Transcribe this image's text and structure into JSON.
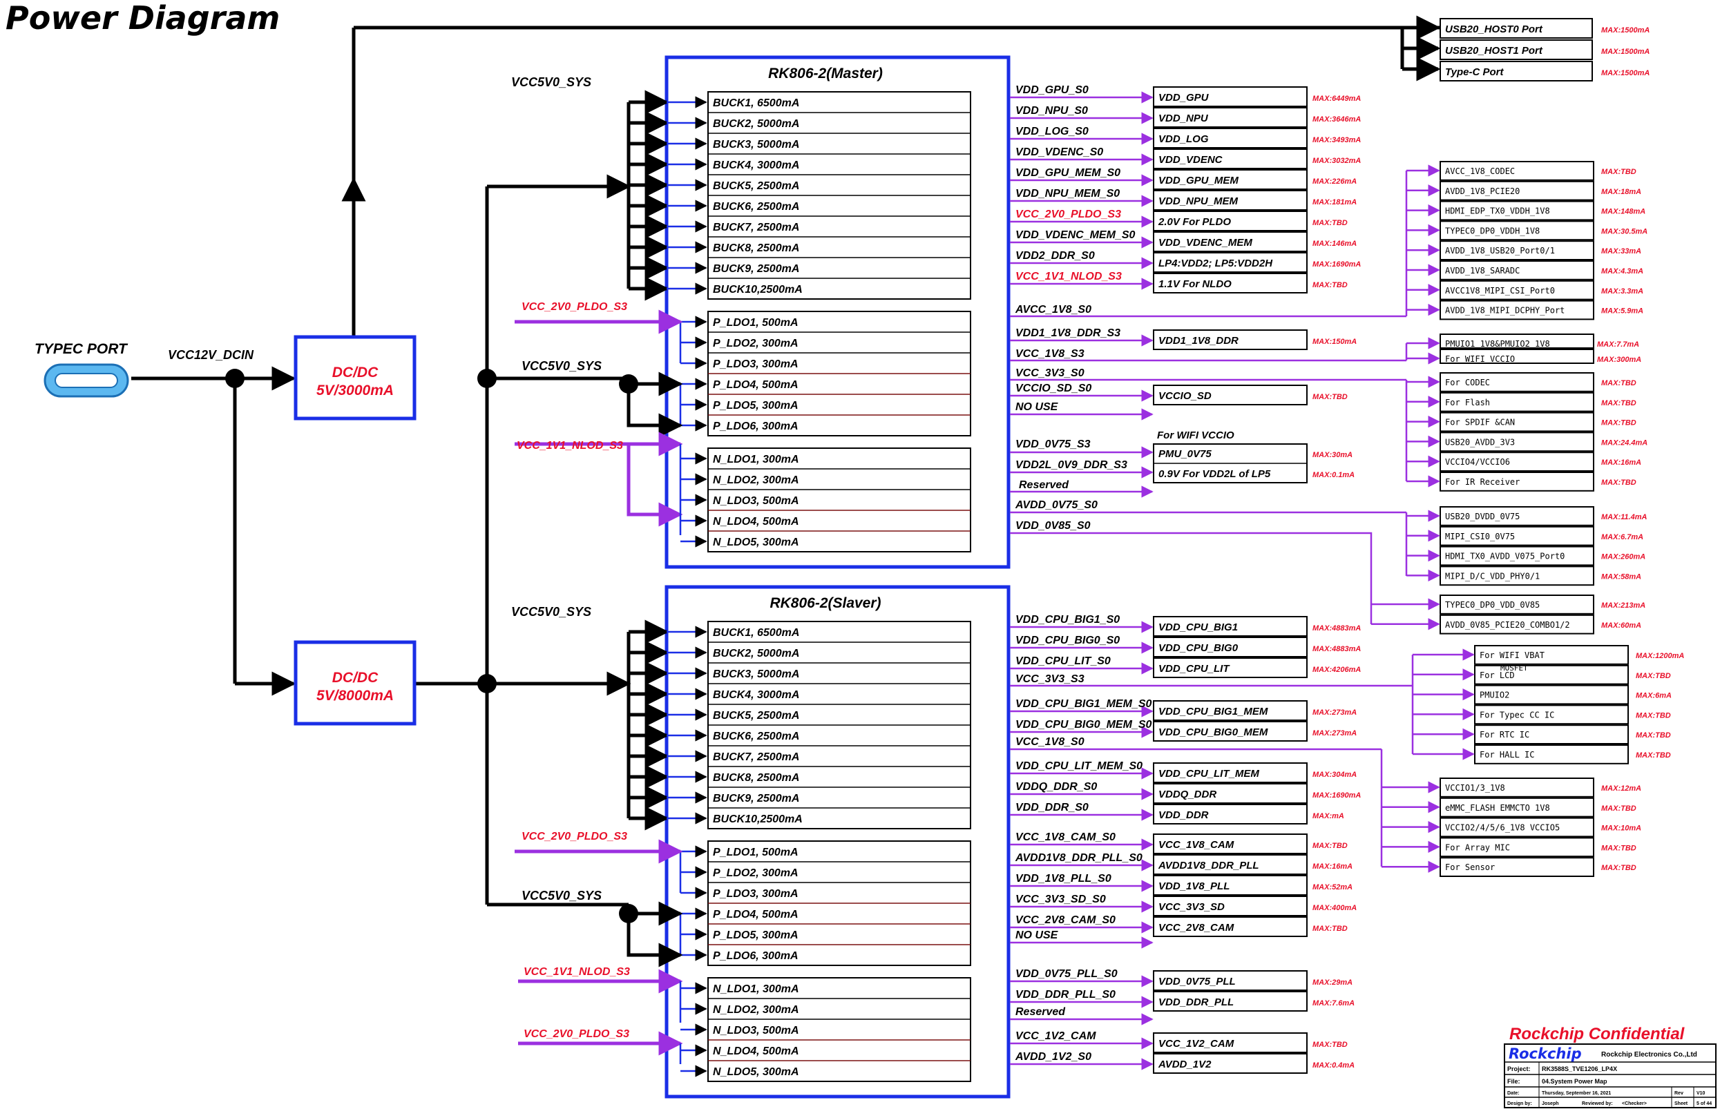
{
  "title": "Power Diagram",
  "input": {
    "port": "TYPEC PORT",
    "rail": "VCC12V_DCIN",
    "dcdc1": [
      "DC/DC",
      "5V/3000mA"
    ],
    "dcdc2": [
      "DC/DC",
      "5V/8000mA"
    ]
  },
  "usb_ports": [
    {
      "name": "USB20_HOST0 Port",
      "max": "MAX:1500mA"
    },
    {
      "name": "USB20_HOST1 Port",
      "max": "MAX:1500mA"
    },
    {
      "name": "Type-C Port",
      "max": "MAX:1500mA"
    }
  ],
  "master": {
    "title": "RK806-2(Master)",
    "buck_supply": "VCC5V0_SYS",
    "bucks": [
      "BUCK1, 6500mA",
      "BUCK2, 5000mA",
      "BUCK3, 5000mA",
      "BUCK4, 3000mA",
      "BUCK5, 2500mA",
      "BUCK6, 2500mA",
      "BUCK7, 2500mA",
      "BUCK8, 2500mA",
      "BUCK9, 2500mA",
      "BUCK10,2500mA"
    ],
    "pldo_supply_a": "VCC_2V0_PLDO_S3",
    "pldo_supply_b": "VCC5V0_SYS",
    "pldos": [
      "P_LDO1, 500mA",
      "P_LDO2, 300mA",
      "P_LDO3, 300mA",
      "P_LDO4, 500mA",
      "P_LDO5, 300mA",
      "P_LDO6, 300mA"
    ],
    "nldo_supply": "VCC_1V1_NLOD_S3",
    "nldos": [
      "N_LDO1, 300mA",
      "N_LDO2, 300mA",
      "N_LDO3, 500mA",
      "N_LDO4, 500mA",
      "N_LDO5, 300mA"
    ],
    "rails": [
      {
        "net": "VDD_GPU_S0",
        "load": "VDD_GPU",
        "max": "MAX:6449mA"
      },
      {
        "net": "VDD_NPU_S0",
        "load": "VDD_NPU",
        "max": "MAX:3646mA"
      },
      {
        "net": "VDD_LOG_S0",
        "load": "VDD_LOG",
        "max": "MAX:3493mA"
      },
      {
        "net": "VDD_VDENC_S0",
        "load": "VDD_VDENC",
        "max": "MAX:3032mA"
      },
      {
        "net": "VDD_GPU_MEM_S0",
        "load": "VDD_GPU_MEM",
        "max": "MAX:226mA"
      },
      {
        "net": "VDD_NPU_MEM_S0",
        "load": "VDD_NPU_MEM",
        "max": "MAX:181mA"
      },
      {
        "net": "VCC_2V0_PLDO_S3",
        "load": "2.0V For PLDO",
        "max": "MAX:TBD",
        "red": true
      },
      {
        "net": "VDD_VDENC_MEM_S0",
        "load": "VDD_VDENC_MEM",
        "max": "MAX:146mA"
      },
      {
        "net": "VDD2_DDR_S0",
        "load": "LP4:VDD2; LP5:VDD2H",
        "max": "MAX:1690mA"
      },
      {
        "net": "VCC_1V1_NLOD_S3",
        "load": "1.1V For NLDO",
        "max": "MAX:TBD",
        "red": true
      }
    ],
    "ldo_rails": {
      "avcc": "AVCC_1V8_S0",
      "vdd1": "VDD1_1V8_DDR_S3",
      "vdd1_load": "VDD1_1V8_DDR",
      "vdd1_max": "MAX:150mA",
      "vcc1v8": "VCC_1V8_S3",
      "vcc3v3": "VCC_3V3_S0",
      "vccio_sd": "VCCIO_SD_S0",
      "vccio_sd_load": "VCCIO_SD",
      "vccio_sd_max": "MAX:TBD",
      "nouse": "NO USE",
      "vdd0v75": "VDD_0V75_S3",
      "wifi_note": "For WIFI VCCIO",
      "pmu": "PMU_0V75",
      "pmu_max": "MAX:30mA",
      "vdd2l": "VDD2L_0V9_DDR_S3",
      "vdd2l_load": "0.9V For VDD2L of LP5",
      "vdd2l_max": "MAX:0.1mA",
      "reserved": "Reserved",
      "avdd0v75": "AVDD_0V75_S0",
      "vdd0v85": "VDD_0V85_S0"
    }
  },
  "slave": {
    "title": "RK806-2(Slaver)",
    "buck_supply": "VCC5V0_SYS",
    "bucks": [
      "BUCK1, 6500mA",
      "BUCK2, 5000mA",
      "BUCK3, 5000mA",
      "BUCK4, 3000mA",
      "BUCK5, 2500mA",
      "BUCK6, 2500mA",
      "BUCK7, 2500mA",
      "BUCK8, 2500mA",
      "BUCK9, 2500mA",
      "BUCK10,2500mA"
    ],
    "pldo_supply_a": "VCC_2V0_PLDO_S3",
    "pldo_supply_b": "VCC5V0_SYS",
    "pldos": [
      "P_LDO1, 500mA",
      "P_LDO2, 300mA",
      "P_LDO3, 300mA",
      "P_LDO4, 500mA",
      "P_LDO5, 300mA",
      "P_LDO6, 300mA"
    ],
    "nldo_supply_a": "VCC_1V1_NLOD_S3",
    "nldo_supply_b": "VCC_2V0_PLDO_S3",
    "nldos": [
      "N_LDO1, 300mA",
      "N_LDO2, 300mA",
      "N_LDO3, 500mA",
      "N_LDO4, 500mA",
      "N_LDO5, 300mA"
    ],
    "rails": [
      {
        "net": "VDD_CPU_BIG1_S0",
        "load": "VDD_CPU_BIG1",
        "max": "MAX:4883mA"
      },
      {
        "net": "VDD_CPU_BIG0_S0",
        "load": "VDD_CPU_BIG0",
        "max": "MAX:4883mA"
      },
      {
        "net": "VDD_CPU_LIT_S0",
        "load": "VDD_CPU_LIT",
        "max": "MAX:4206mA"
      }
    ],
    "vcc3v3s3": "VCC_3V3_S3",
    "mem_rails": [
      {
        "net": "VDD_CPU_BIG1_MEM_S0",
        "load": "VDD_CPU_BIG1_MEM",
        "max": "MAX:273mA"
      },
      {
        "net": "VDD_CPU_BIG0_MEM_S0",
        "load": "VDD_CPU_BIG0_MEM",
        "max": "MAX:273mA"
      }
    ],
    "vcc1v8s0": "VCC_1V8_S0",
    "mem2_rails": [
      {
        "net": "VDD_CPU_LIT_MEM_S0",
        "load": "VDD_CPU_LIT_MEM",
        "max": "MAX:304mA"
      },
      {
        "net": "VDDQ_DDR_S0",
        "load": "VDDQ_DDR",
        "max": "MAX:1690mA"
      },
      {
        "net": "VDD_DDR_S0",
        "load": "VDD_DDR",
        "max": "MAX:mA"
      }
    ],
    "pldo_rails": [
      {
        "net": "VCC_1V8_CAM_S0",
        "load": "VCC_1V8_CAM",
        "max": "MAX:TBD"
      },
      {
        "net": "AVDD1V8_DDR_PLL_S0",
        "load": "AVDD1V8_DDR_PLL",
        "max": "MAX:16mA"
      },
      {
        "net": "VDD_1V8_PLL_S0",
        "load": "VDD_1V8_PLL",
        "max": "MAX:52mA"
      },
      {
        "net": "VCC_3V3_SD_S0",
        "load": "VCC_3V3_SD",
        "max": "MAX:400mA"
      },
      {
        "net": "VCC_2V8_CAM_S0",
        "load": "VCC_2V8_CAM",
        "max": "MAX:TBD"
      }
    ],
    "nouse": "NO USE",
    "nldo_rails": [
      {
        "net": "VDD_0V75_PLL_S0",
        "load": "VDD_0V75_PLL",
        "max": "MAX:29mA"
      },
      {
        "net": "VDD_DDR_PLL_S0",
        "load": "VDD_DDR_PLL",
        "max": "MAX:7.6mA"
      }
    ],
    "reserved": "Reserved",
    "nldo_rails2": [
      {
        "net": "VCC_1V2_CAM",
        "load": "VCC_1V2_CAM",
        "max": "MAX:TBD"
      },
      {
        "net": "AVDD_1V2_S0",
        "load": "AVDD_1V2",
        "max": "MAX:0.4mA"
      }
    ]
  },
  "right_groups": {
    "avcc_loads": [
      {
        "name": "AVCC_1V8_CODEC",
        "max": "MAX:TBD"
      },
      {
        "name": "AVDD_1V8_PCIE20",
        "max": "MAX:18mA"
      },
      {
        "name": "HDMI_EDP_TX0_VDDH_1V8",
        "max": "MAX:148mA"
      },
      {
        "name": "TYPEC0_DP0_VDDH_1V8",
        "max": "MAX:30.5mA"
      },
      {
        "name": "AVDD_1V8_USB20_Port0/1",
        "max": "MAX:33mA"
      },
      {
        "name": "AVDD_1V8_SARADC",
        "max": "MAX:4.3mA"
      },
      {
        "name": "AVCC1V8_MIPI_CSI_Port0",
        "max": "MAX:3.3mA"
      },
      {
        "name": "AVDD_1V8_MIPI_DCPHY_Port",
        "max": "MAX:5.9mA"
      }
    ],
    "v18_loads": [
      {
        "name": "PMUIO1_1V8&PMUIO2_1V8",
        "max": "MAX:7.7mA"
      },
      {
        "name": "For WIFI VCCIO",
        "max": "MAX:300mA"
      }
    ],
    "v33_loads": [
      {
        "name": "For CODEC",
        "max": "MAX:TBD"
      },
      {
        "name": "For Flash",
        "max": "MAX:TBD"
      },
      {
        "name": "For SPDIF &CAN",
        "max": "MAX:TBD"
      },
      {
        "name": "USB20_AVDD_3V3",
        "max": "MAX:24.4mA"
      },
      {
        "name": "VCCIO4/VCCIO6",
        "max": "MAX:16mA"
      },
      {
        "name": "For IR Receiver",
        "max": "MAX:TBD"
      }
    ],
    "v075_loads": [
      {
        "name": "USB20_DVDD_0V75",
        "max": "MAX:11.4mA"
      },
      {
        "name": "MIPI_CSI0_0V75",
        "max": "MAX:6.7mA"
      },
      {
        "name": "HDMI_TX0_AVDD_V075_Port0",
        "max": "MAX:260mA"
      },
      {
        "name": "MIPI_D/C_VDD_PHY0/1",
        "max": "MAX:58mA"
      }
    ],
    "v085_loads": [
      {
        "name": "TYPEC0_DP0_VDD_0V85",
        "max": "MAX:213mA"
      },
      {
        "name": "AVDD_0V85_PCIE20_COMBO1/2",
        "max": "MAX:60mA"
      }
    ],
    "s3_loads": [
      {
        "name": "For  WIFI VBAT",
        "max": "MAX:1200mA"
      },
      {
        "name": "For LCD",
        "max": "MAX:TBD"
      },
      {
        "name": "PMUIO2",
        "max": "MAX:6mA"
      },
      {
        "name": "For Typec CC IC",
        "max": "MAX:TBD"
      },
      {
        "name": "For RTC  IC",
        "max": "MAX:TBD"
      },
      {
        "name": "For HALL IC",
        "max": "MAX:TBD"
      }
    ],
    "mosfet": "MOSFET",
    "s0_loads": [
      {
        "name": "VCCIO1/3_1V8",
        "max": "MAX:12mA"
      },
      {
        "name": "eMMC_FLASH EMMCTO 1V8",
        "max": "MAX:TBD"
      },
      {
        "name": "VCCIO2/4/5/6_1V8 VCCIO5",
        "max": "MAX:10mA"
      },
      {
        "name": "For Array MIC",
        "max": "MAX:TBD"
      },
      {
        "name": "For Sensor",
        "max": "MAX:TBD"
      }
    ]
  },
  "titleblock": {
    "confidential": "Rockchip Confidential",
    "logo": "Rockchip",
    "company": "Rockchip Electronics Co.,Ltd",
    "project_label": "Project:",
    "project": "RK3588S_TVE1206_LP4X",
    "file_label": "File:",
    "file": "04.System Power Map",
    "date_label": "Date:",
    "date": "Thursday, September 16, 2021",
    "rev_label": "Rev",
    "rev": "V10",
    "design_label": "Design by:",
    "designer": "Joseph",
    "reviewed_label": "Reviewed by:",
    "reviewer": "<Checker>",
    "sheet_label": "Sheet",
    "sheet": "5 of 44"
  },
  "colors": {
    "box_blue": "#1a2ee6",
    "purple": "#9b30e0",
    "red": "#e8102a",
    "dark_red": "#7a1010"
  }
}
